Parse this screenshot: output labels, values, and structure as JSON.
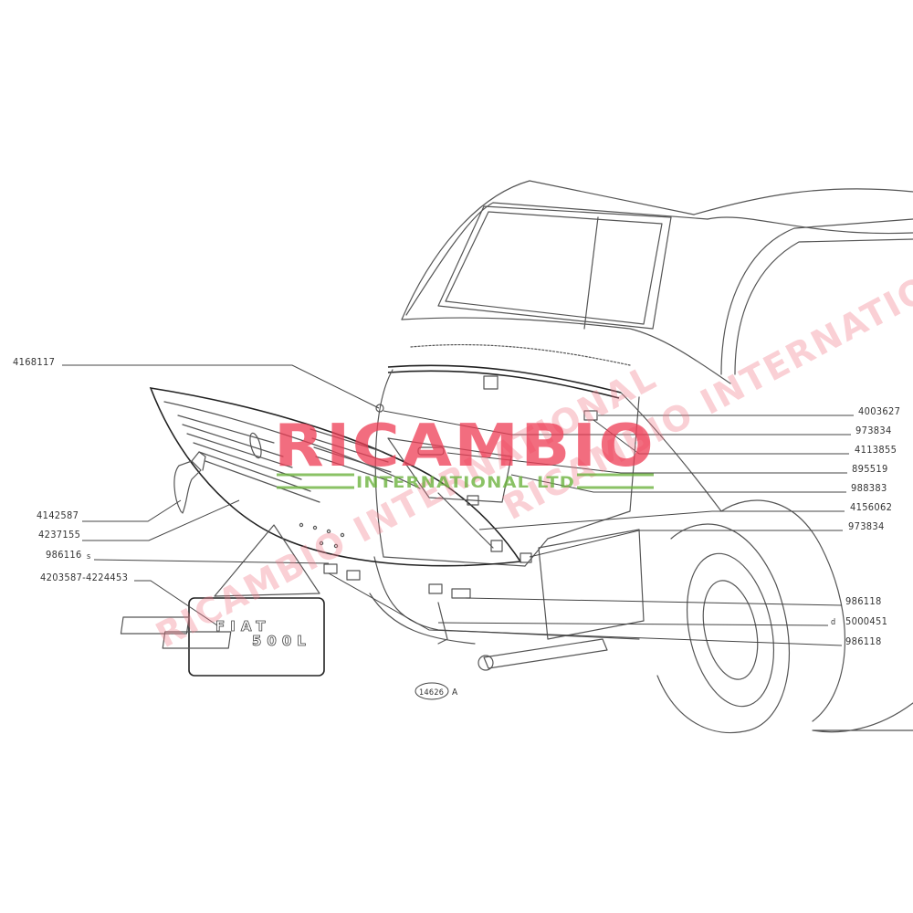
{
  "diagram": {
    "left_labels": [
      "4168117",
      "4142587",
      "4237155",
      "986116",
      "4203587-4224453"
    ],
    "left_suffix_s": "s",
    "right_labels": [
      "4003627",
      "973834",
      "4113855",
      "895519",
      "988383",
      "4156062",
      "973834",
      "986118",
      "5000451",
      "986118"
    ],
    "right_prefix_d": "d",
    "badge_line1": "FIAT",
    "badge_line2": "500L",
    "figure_number": "14626",
    "figure_suffix": "A"
  },
  "watermark": {
    "main": "RICAMBIO",
    "sub": "INTERNATIONAL LTD",
    "diagonal": "RICAMBIO INTERNATIONAL",
    "colors": {
      "main": "#ee3d55",
      "sub": "#6db33f"
    }
  }
}
